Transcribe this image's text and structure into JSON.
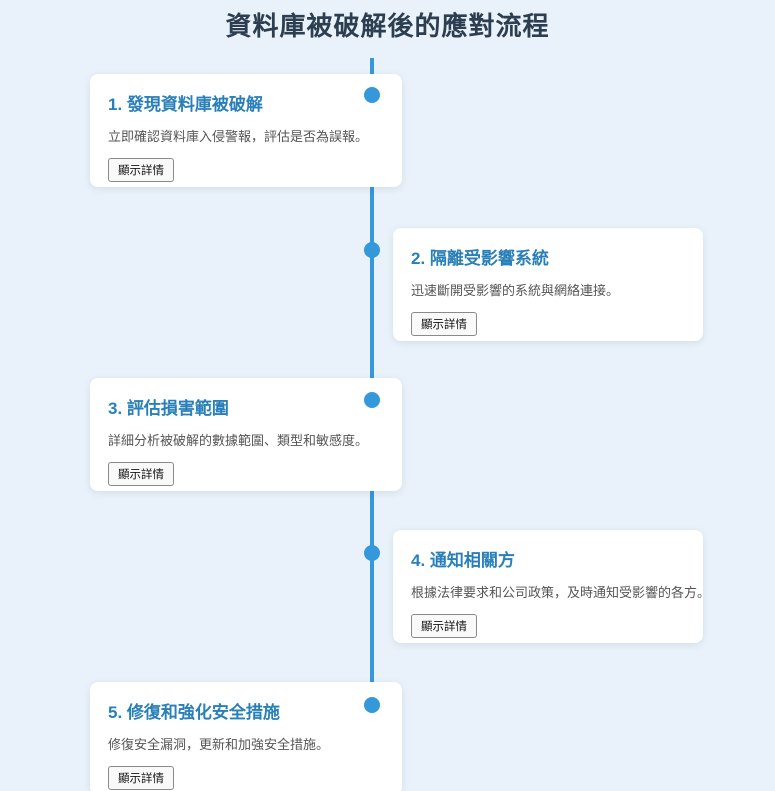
{
  "page": {
    "title": "資料庫被破解後的應對流程"
  },
  "colors": {
    "background": "#e9f2fa",
    "timeline_accent": "#3498db",
    "page_title": "#2c3e50",
    "step_title": "#2980b9",
    "description_text": "#555555"
  },
  "steps": [
    {
      "title": "1. 發現資料庫被破解",
      "description": "立即確認資料庫入侵警報，評估是否為誤報。",
      "button_label": "顯示詳情",
      "side": "left"
    },
    {
      "title": "2. 隔離受影響系統",
      "description": "迅速斷開受影響的系統與網絡連接。",
      "button_label": "顯示詳情",
      "side": "right"
    },
    {
      "title": "3. 評估損害範圍",
      "description": "詳細分析被破解的數據範圍、類型和敏感度。",
      "button_label": "顯示詳情",
      "side": "left"
    },
    {
      "title": "4. 通知相關方",
      "description": "根據法律要求和公司政策，及時通知受影響的各方。",
      "button_label": "顯示詳情",
      "side": "right"
    },
    {
      "title": "5. 修復和強化安全措施",
      "description": "修復安全漏洞，更新和加強安全措施。",
      "button_label": "顯示詳情",
      "side": "left"
    }
  ]
}
